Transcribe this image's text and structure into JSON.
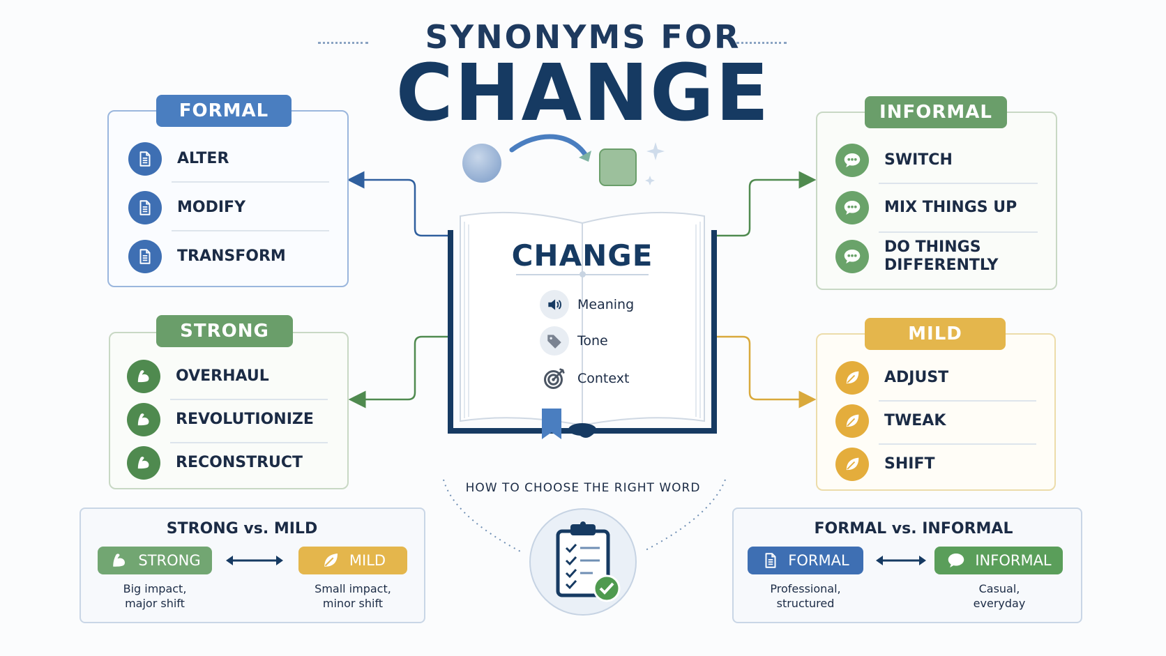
{
  "title": {
    "top": "SYNONYMS FOR",
    "main": "CHANGE"
  },
  "formal": {
    "label": "FORMAL",
    "items": [
      {
        "label": "ALTER",
        "icon": "document-icon"
      },
      {
        "label": "MODIFY",
        "icon": "document-icon"
      },
      {
        "label": "TRANSFORM",
        "icon": "document-icon"
      }
    ]
  },
  "informal": {
    "label": "INFORMAL",
    "items": [
      {
        "label": "SWITCH",
        "icon": "speech-bubble-icon"
      },
      {
        "label": "MIX THINGS UP",
        "icon": "speech-bubble-icon"
      },
      {
        "label": "DO THINGS",
        "label2": "DIFFERENTLY",
        "icon": "speech-bubble-icon"
      }
    ]
  },
  "strong": {
    "label": "STRONG",
    "items": [
      {
        "label": "OVERHAUL",
        "icon": "flexed-arm-icon"
      },
      {
        "label": "REVOLUTIONIZE",
        "icon": "flexed-arm-icon"
      },
      {
        "label": "RECONSTRUCT",
        "icon": "flexed-arm-icon"
      }
    ]
  },
  "mild": {
    "label": "MILD",
    "items": [
      {
        "label": "ADJUST",
        "icon": "leaf-icon"
      },
      {
        "label": "TWEAK",
        "icon": "leaf-icon"
      },
      {
        "label": "SHIFT",
        "icon": "leaf-icon"
      }
    ]
  },
  "book": {
    "title": "CHANGE",
    "rows": [
      {
        "label": "Meaning",
        "icon": "speaker-icon"
      },
      {
        "label": "Tone",
        "icon": "tag-icon"
      },
      {
        "label": "Context",
        "icon": "target-icon"
      }
    ]
  },
  "how_to": "HOW TO CHOOSE THE RIGHT WORD",
  "compare_strength": {
    "title": "STRONG vs. MILD",
    "left": {
      "label": "STRONG",
      "caption1": "Big impact,",
      "caption2": "major shift"
    },
    "right": {
      "label": "MILD",
      "caption1": "Small impact,",
      "caption2": "minor shift"
    }
  },
  "compare_register": {
    "title": "FORMAL vs. INFORMAL",
    "left": {
      "label": "FORMAL",
      "caption1": "Professional,",
      "caption2": "structured"
    },
    "right": {
      "label": "INFORMAL",
      "caption1": "Casual,",
      "caption2": "everyday"
    }
  },
  "colors": {
    "navy": "#163a62",
    "formal_blue": "#4a7ec0",
    "informal_green": "#6a9e6a",
    "strong_green": "#4f8a4f",
    "mild_gold": "#e4b64c"
  }
}
